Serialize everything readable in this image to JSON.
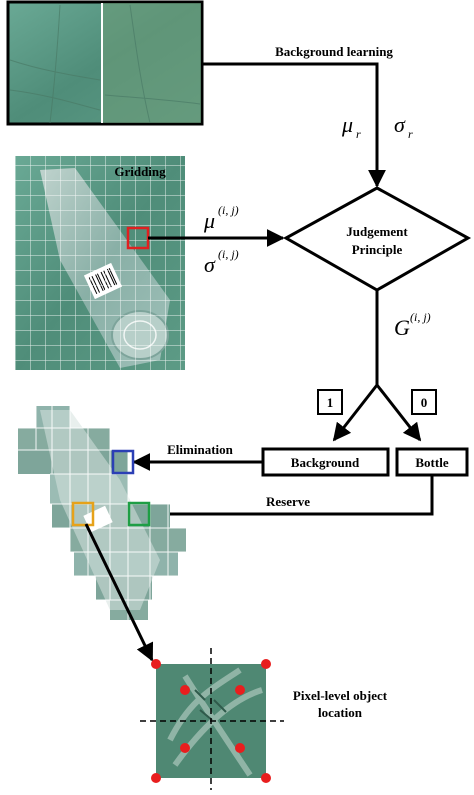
{
  "labels": {
    "background_learning": "Background learning",
    "gridding": "Gridding",
    "judgement_line1": "Judgement",
    "judgement_line2": "Principle",
    "elimination": "Elimination",
    "reserve": "Reserve",
    "background_box": "Background",
    "bottle_box": "Bottle",
    "branch_one": "1",
    "branch_zero": "0",
    "pixel_line1": "Pixel-level object",
    "pixel_line2": "location"
  },
  "math": {
    "mu_r_base": "μ",
    "mu_r_sub": "r",
    "sigma_r_base": "σ",
    "sigma_r_sub": "r",
    "mu_ij_base": "μ",
    "mu_ij_sup": "(i, j)",
    "sigma_ij_base": "σ",
    "sigma_ij_sup": "(i, j)",
    "g_ij_base": "G",
    "g_ij_sup": "(i, j)"
  },
  "colors": {
    "water_top": "#5f9b86",
    "water_grid": "#6aa794",
    "highlight_red": "#e02020",
    "highlight_blue": "#2b3fb5",
    "highlight_yellow": "#e6a21a",
    "highlight_green": "#1e9e45",
    "corner_dot": "#e81e1e"
  }
}
